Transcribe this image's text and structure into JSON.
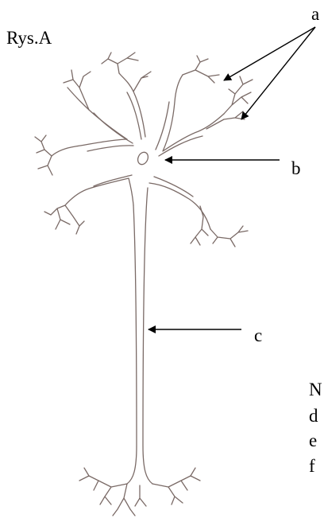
{
  "figure": {
    "caption": "Rys.A",
    "labels": {
      "a": "a",
      "b": "b",
      "c": "c"
    },
    "cut_off_text": [
      "N",
      "d",
      "e",
      "f"
    ],
    "line_color": "#7a6a66"
  }
}
